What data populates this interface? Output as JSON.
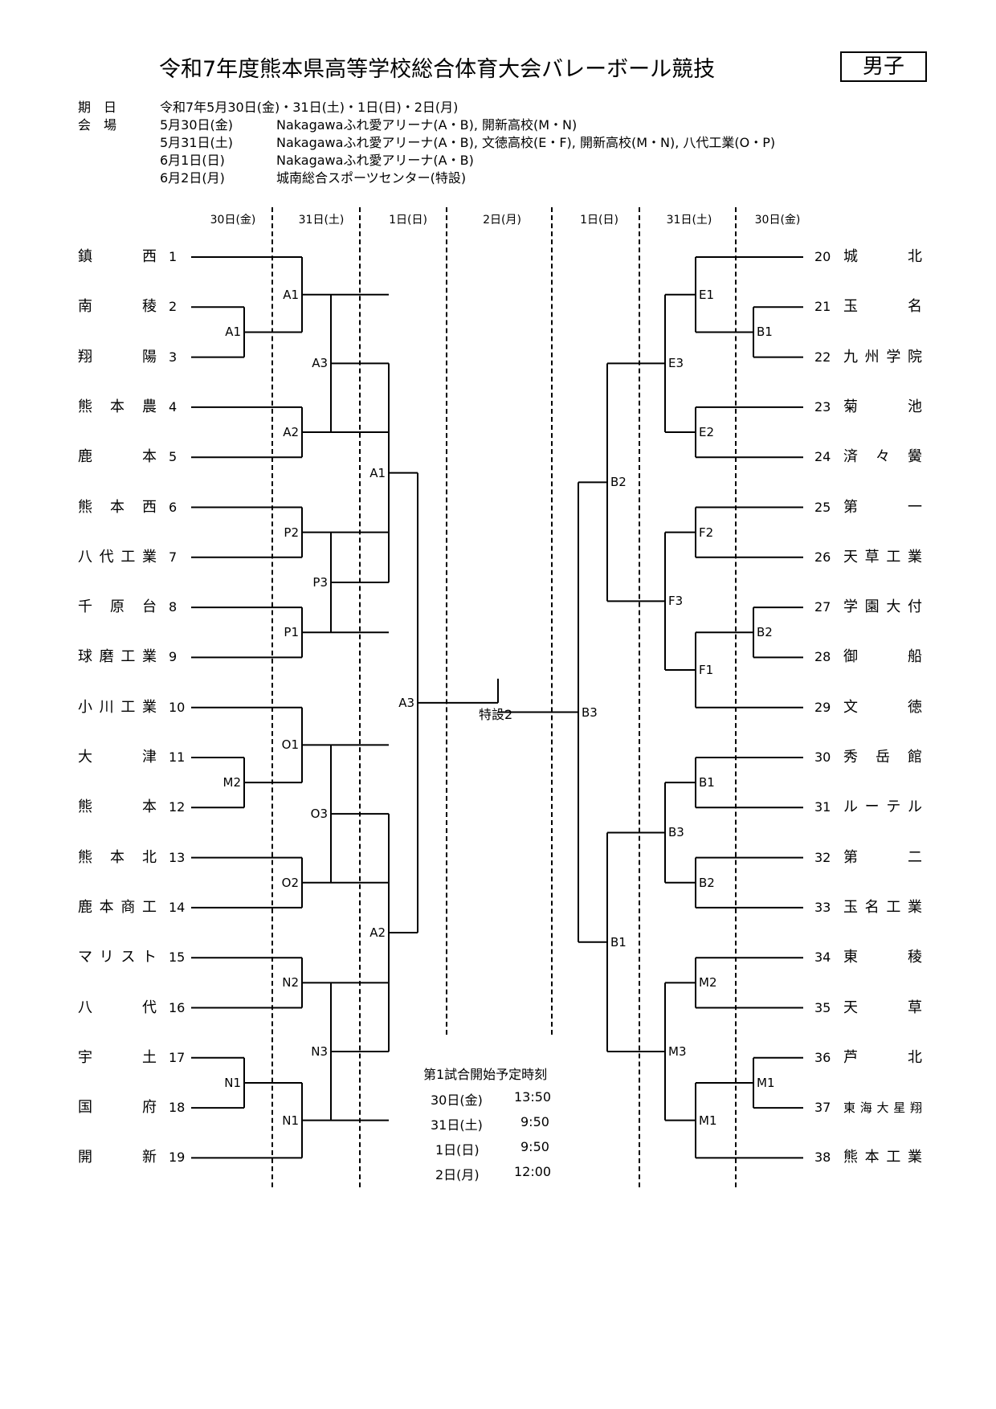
{
  "title": "令和7年度熊本県高等学校総合体育大会バレーボール競技",
  "gender_badge": "男子",
  "info": {
    "period_label": "期　日",
    "period_value": "令和7年5月30日(金)・31日(土)・1日(日)・2日(月)",
    "venue_label": "会　場",
    "venues": [
      {
        "date": "5月30日(金)",
        "place": "Nakagawaふれ愛アリーナ(A・B), 開新高校(M・N)"
      },
      {
        "date": "5月31日(土)",
        "place": "Nakagawaふれ愛アリーナ(A・B), 文徳高校(E・F), 開新高校(M・N), 八代工業(O・P)"
      },
      {
        "date": "6月1日(日)",
        "place": "Nakagawaふれ愛アリーナ(A・B)"
      },
      {
        "date": "6月2日(月)",
        "place": "城南総合スポーツセンター(特設)"
      }
    ]
  },
  "day_headers": [
    "30日(金)",
    "31日(土)",
    "1日(日)",
    "2日(月)",
    "1日(日)",
    "31日(土)",
    "30日(金)"
  ],
  "left_teams": [
    {
      "num": "1",
      "name": "鎮　西"
    },
    {
      "num": "2",
      "name": "南　稜"
    },
    {
      "num": "3",
      "name": "翔　陽"
    },
    {
      "num": "4",
      "name": "熊本農"
    },
    {
      "num": "5",
      "name": "鹿　本"
    },
    {
      "num": "6",
      "name": "熊本西"
    },
    {
      "num": "7",
      "name": "八代工業"
    },
    {
      "num": "8",
      "name": "千原台"
    },
    {
      "num": "9",
      "name": "球磨工業"
    },
    {
      "num": "10",
      "name": "小川工業"
    },
    {
      "num": "11",
      "name": "大　津"
    },
    {
      "num": "12",
      "name": "熊　本"
    },
    {
      "num": "13",
      "name": "熊本北"
    },
    {
      "num": "14",
      "name": "鹿本商工"
    },
    {
      "num": "15",
      "name": "マリスト"
    },
    {
      "num": "16",
      "name": "八　代"
    },
    {
      "num": "17",
      "name": "宇　土"
    },
    {
      "num": "18",
      "name": "国　府"
    },
    {
      "num": "19",
      "name": "開　新"
    }
  ],
  "right_teams": [
    {
      "num": "20",
      "name": "城　北"
    },
    {
      "num": "21",
      "name": "玉　名"
    },
    {
      "num": "22",
      "name": "九州学院"
    },
    {
      "num": "23",
      "name": "菊　池"
    },
    {
      "num": "24",
      "name": "済々黌"
    },
    {
      "num": "25",
      "name": "第　一"
    },
    {
      "num": "26",
      "name": "天草工業"
    },
    {
      "num": "27",
      "name": "学園大付"
    },
    {
      "num": "28",
      "name": "御　船"
    },
    {
      "num": "29",
      "name": "文　徳"
    },
    {
      "num": "30",
      "name": "秀岳館"
    },
    {
      "num": "31",
      "name": "ルーテル"
    },
    {
      "num": "32",
      "name": "第　二"
    },
    {
      "num": "33",
      "name": "玉名工業"
    },
    {
      "num": "34",
      "name": "東　稜"
    },
    {
      "num": "35",
      "name": "天　草"
    },
    {
      "num": "36",
      "name": "芦　北"
    },
    {
      "num": "37",
      "name": "東海大星翔"
    },
    {
      "num": "38",
      "name": "熊本工業"
    }
  ],
  "match_labels": {
    "left_r1": "A1",
    "left_m2": "M2",
    "left_n1": "N1",
    "left_r2": [
      "A1",
      "A2",
      "P2",
      "P1",
      "O1",
      "O2",
      "N2",
      "N1"
    ],
    "left_r3": [
      "A3",
      "P3",
      "O3",
      "N3"
    ],
    "left_r4": [
      "A1",
      "A2"
    ],
    "left_sf": "A3",
    "final": "特設2",
    "right_sf": "B3",
    "right_r4": [
      "B2",
      "B1"
    ],
    "right_r3": [
      "E3",
      "F3",
      "B3",
      "M3"
    ],
    "right_r2": [
      "E1",
      "E2",
      "F2",
      "F1",
      "B1",
      "B2",
      "M2",
      "M1"
    ],
    "right_b1": "B1",
    "right_b2": "B2",
    "right_m1": "M1"
  },
  "schedule": {
    "title": "第1試合開始予定時刻",
    "rows": [
      {
        "day": "30日(金)",
        "time": "13:50"
      },
      {
        "day": "31日(土)",
        "time": "9:50"
      },
      {
        "day": "1日(日)",
        "time": "9:50"
      },
      {
        "day": "2日(月)",
        "time": "12:00"
      }
    ]
  }
}
